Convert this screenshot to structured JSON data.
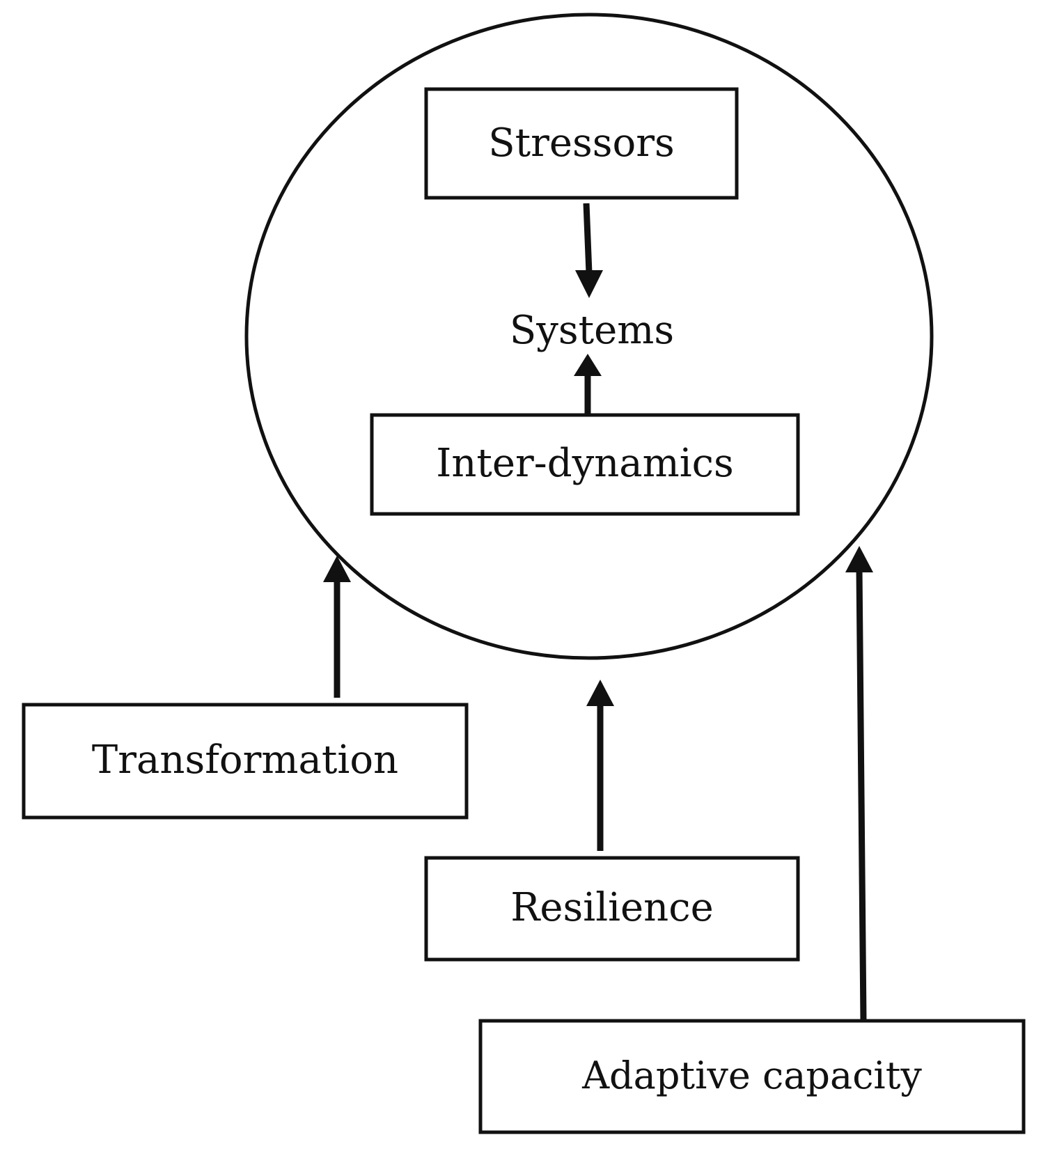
{
  "diagram": {
    "nodes": {
      "stressors": "Stressors",
      "systems": "Systems",
      "inter_dynamics": "Inter-dynamics",
      "transformation": "Transformation",
      "resilience": "Resilience",
      "adaptive_capacity": "Adaptive capacity"
    },
    "edges": [
      {
        "from": "Stressors",
        "to": "Systems"
      },
      {
        "from": "Inter-dynamics",
        "to": "Systems"
      },
      {
        "from": "Transformation",
        "to": "system circle"
      },
      {
        "from": "Resilience",
        "to": "system circle"
      },
      {
        "from": "Adaptive capacity",
        "to": "system circle"
      }
    ],
    "colors": {
      "stroke": "#111111",
      "background": "#ffffff"
    }
  }
}
